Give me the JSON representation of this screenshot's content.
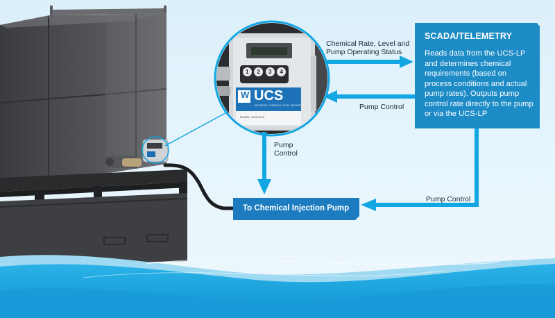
{
  "scada": {
    "title": "SCADA/TELEMETRY",
    "description": "Reads data from the UCS-LP and determines chemical requirements (based on process conditions and actual pump rates). Outputs pump control rate directly to the pump or via the UCS-LP"
  },
  "pump_box": {
    "label": "To Chemical Injection Pump"
  },
  "labels": {
    "status_line1": "Chemical Rate, Level and",
    "status_line2": "Pump Operating Status",
    "pump_control_right": "Pump Control",
    "pump_control_vertical_line1": "Pump",
    "pump_control_vertical_line2": "Control",
    "pump_control_bottom": "Pump Control"
  },
  "device": {
    "brand": "UCS",
    "logo_letter": "W",
    "subtitle": "UNIVERSAL CHEMICAL LEVEL SENSOR",
    "model": "MODEL: UCS-LP-A",
    "buttons": [
      "1",
      "2",
      "3",
      "4"
    ]
  },
  "colors": {
    "arrow": "#12a6e3",
    "scada_box": "#1d8bc6",
    "pump_box": "#1d7cbf",
    "wave_dark": "#18a6e0",
    "wave_light": "#8fd3ef"
  }
}
